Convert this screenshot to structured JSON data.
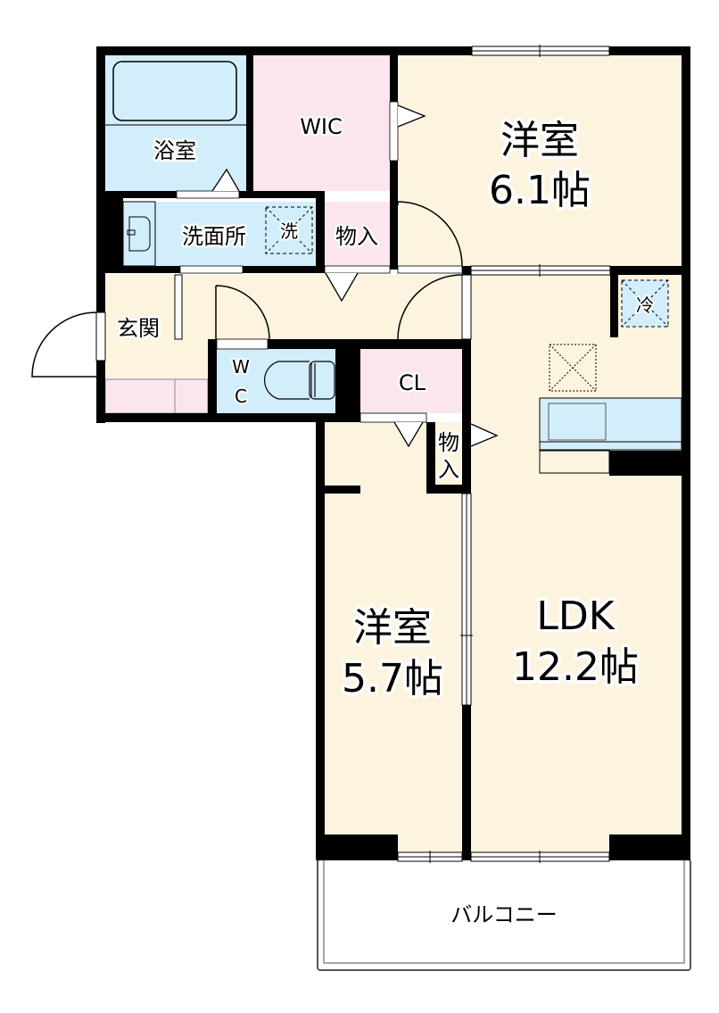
{
  "colors": {
    "wall": "#000000",
    "floor_room": "#fdf4e0",
    "wet_area": "#d2eefb",
    "storage": "#fbe6ef",
    "outside": "#ffffff",
    "line": "#000000"
  },
  "rooms": {
    "western_room_1": {
      "name": "洋室",
      "size": "6.1帖"
    },
    "western_room_2": {
      "name": "洋室",
      "size": "5.7帖"
    },
    "ldk": {
      "name": "LDK",
      "size": "12.2帖"
    },
    "wic": {
      "name": "WIC"
    },
    "bathroom": {
      "name": "浴室"
    },
    "washroom": {
      "name": "洗面所"
    },
    "washer": {
      "name": "洗"
    },
    "storage_top": {
      "name": "物入"
    },
    "storage_mid": {
      "name_line1": "物",
      "name_line2": "入"
    },
    "entrance": {
      "name": "玄関"
    },
    "toilet": {
      "name_line1": "W",
      "name_line2": "C"
    },
    "closet": {
      "name": "CL"
    },
    "fridge": {
      "name": "冷"
    },
    "balcony": {
      "name": "バルコニー"
    }
  }
}
